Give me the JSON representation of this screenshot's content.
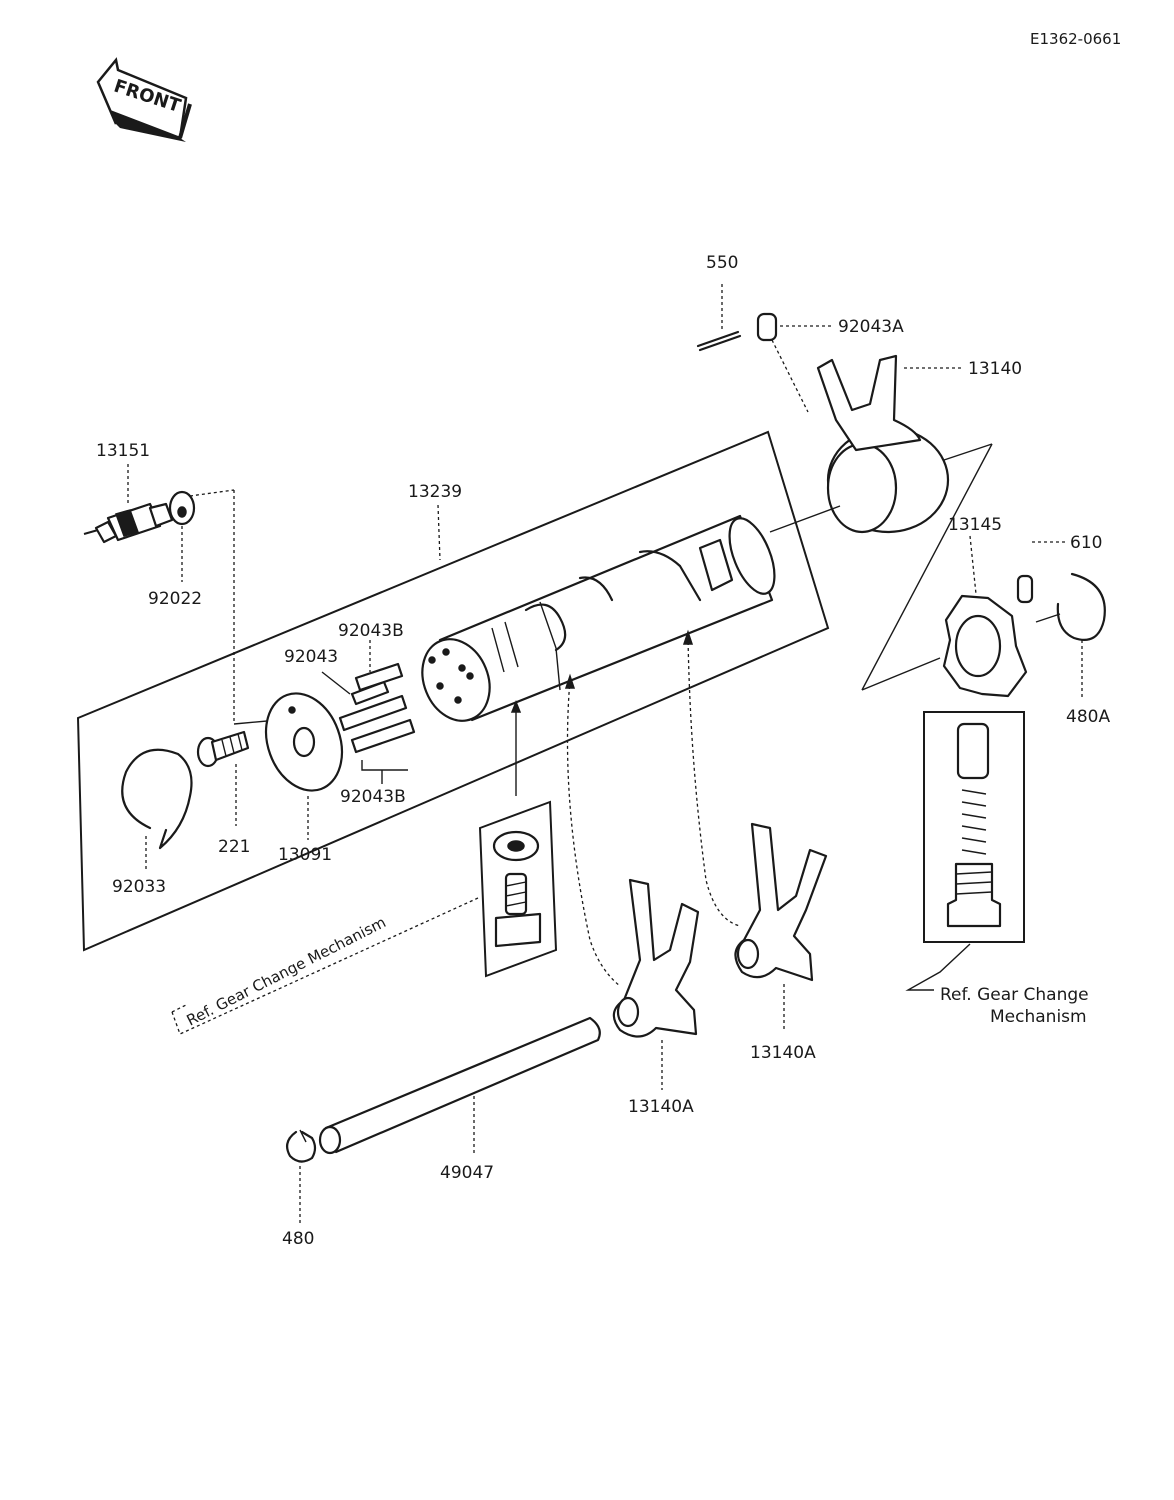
{
  "code": "E1362-0661",
  "front_label": "FRONT",
  "parts": {
    "p550": "550",
    "p92043A": "92043A",
    "p13140": "13140",
    "p13151": "13151",
    "p13239": "13239",
    "p13145": "13145",
    "p610": "610",
    "p92022": "92022",
    "p92043B_top": "92043B",
    "p92043": "92043",
    "p480A": "480A",
    "p92043B_bottom": "92043B",
    "p221": "221",
    "p13091": "13091",
    "p92033": "92033",
    "p13140A_right": "13140A",
    "p13140A_left": "13140A",
    "p49047": "49047",
    "p480": "480"
  },
  "ref_left": "Ref. Gear Change Mechanism",
  "ref_right_line1": "Ref. Gear Change",
  "ref_right_line2": "Mechanism"
}
